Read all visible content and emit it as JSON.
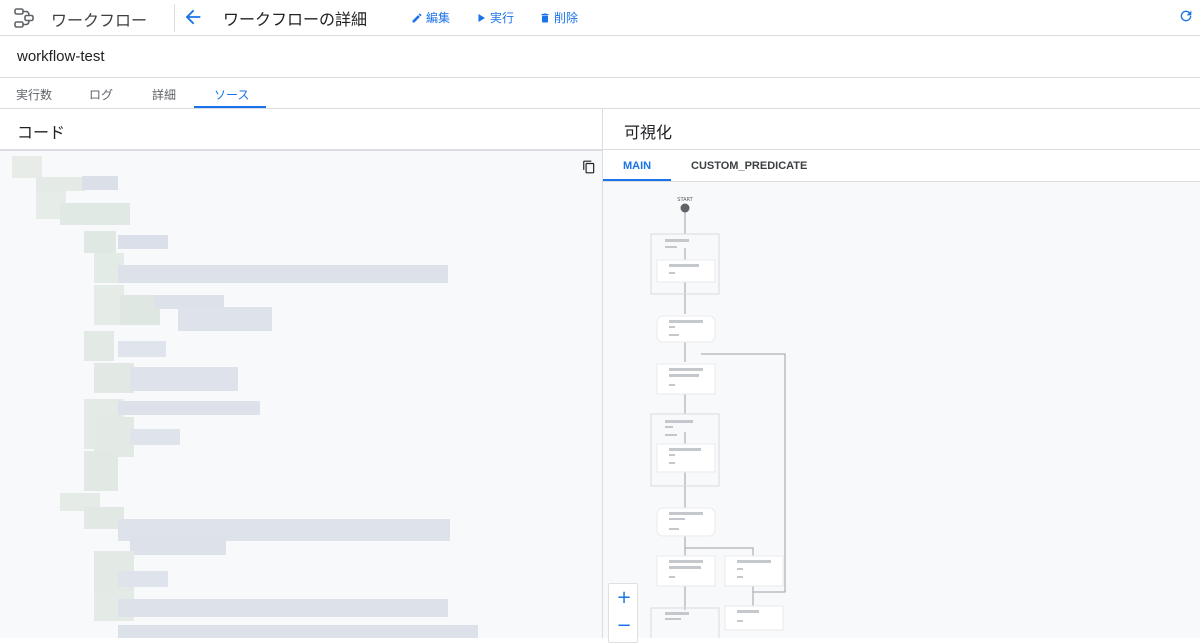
{
  "app": {
    "title": "ワークフロー"
  },
  "header": {
    "page_title": "ワークフローの詳細",
    "actions": {
      "edit": "編集",
      "run": "実行",
      "delete": "削除"
    }
  },
  "workflow": {
    "name": "workflow-test"
  },
  "tabs": [
    {
      "label": "実行数"
    },
    {
      "label": "ログ"
    },
    {
      "label": "詳細"
    },
    {
      "label": "ソース",
      "active": true
    }
  ],
  "code_panel": {
    "title": "コード"
  },
  "viz_panel": {
    "title": "可視化",
    "tabs": [
      {
        "label": "MAIN",
        "active": true
      },
      {
        "label": "CUSTOM_PREDICATE"
      }
    ],
    "start_label": "START"
  },
  "zoom": {
    "in": "+",
    "out": "−"
  },
  "colors": {
    "accent": "#1a73e8",
    "node_bg": "#ffffff",
    "edge": "#9aa0a6"
  }
}
